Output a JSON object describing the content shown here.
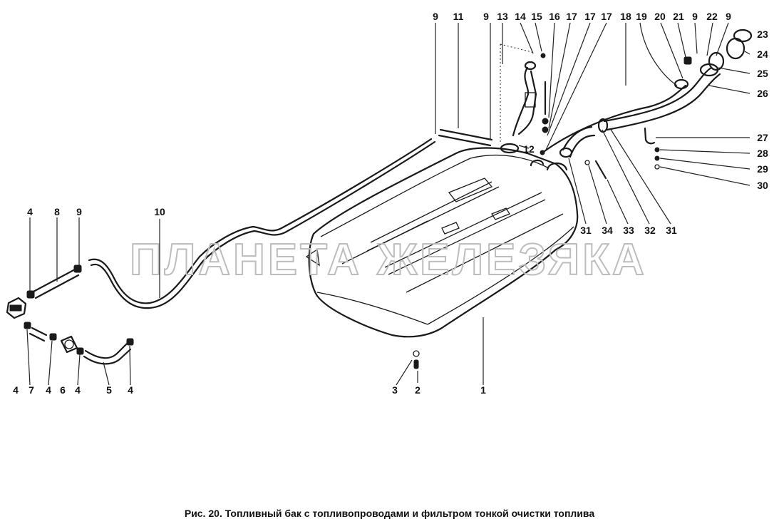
{
  "caption": "Рис. 20. Топливный бак с топливопроводами и фильтром тонкой очистки топлива",
  "watermark": "ПЛАНЕТА ЖЕЛЕЗЯКА",
  "callouts": {
    "c1": "1",
    "c2": "2",
    "c3": "3",
    "c4a": "4",
    "c4b": "4",
    "c4c": "4",
    "c4d": "4",
    "c4e": "4",
    "c5": "5",
    "c6": "6",
    "c7": "7",
    "c8": "8",
    "c9a": "9",
    "c9b": "9",
    "c9c": "9",
    "c9d": "9",
    "c9e": "9",
    "c10": "10",
    "c11": "11",
    "c12": "12",
    "c13": "13",
    "c14": "14",
    "c15": "15",
    "c16": "16",
    "c17a": "17",
    "c17b": "17",
    "c18": "18",
    "c19": "19",
    "c20": "20",
    "c21": "21",
    "c22": "22",
    "c23": "23",
    "c24": "24",
    "c25": "25",
    "c26": "26",
    "c27": "27",
    "c28": "28",
    "c29": "29",
    "c30": "30",
    "c31a": "31",
    "c31b": "31",
    "c32": "32",
    "c33": "33",
    "c34": "34"
  }
}
